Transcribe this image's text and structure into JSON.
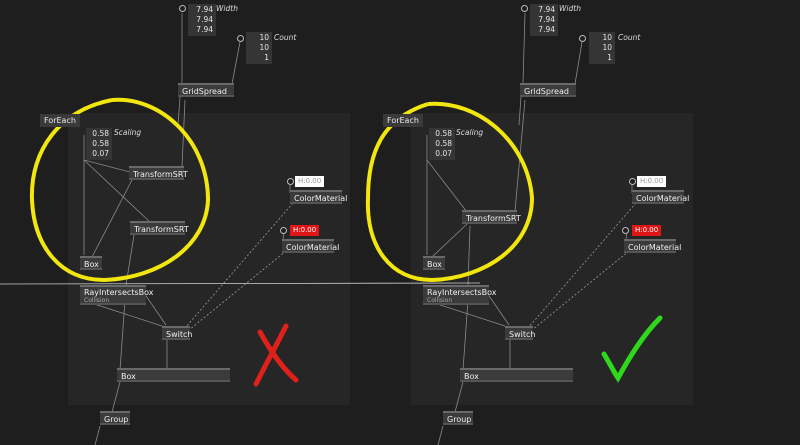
{
  "left": {
    "foreach_tag": "ForEach",
    "width_vals": [
      "7.94",
      "7.94",
      "7.94"
    ],
    "width_label": "Width",
    "count_vals": [
      "10",
      "10",
      "1"
    ],
    "count_label": "Count",
    "gridspread": "GridSpread",
    "scaling_vals": [
      "0.58",
      "0.58",
      "0.07"
    ],
    "scaling_label": "Scaling",
    "transform1": "TransformSRT",
    "transform2": "TransformSRT",
    "box_small": "Box",
    "h_white": "H:0.00",
    "color1": "ColorMaterial",
    "h_red": "H:0.00",
    "color2": "ColorMaterial",
    "ray": "RayIntersectsBox",
    "ray_sub": "Collision",
    "switch": "Switch",
    "box_big": "Box",
    "group": "Group"
  },
  "right": {
    "foreach_tag": "ForEach",
    "width_vals": [
      "7.94",
      "7.94",
      "7.94"
    ],
    "width_label": "Width",
    "count_vals": [
      "10",
      "10",
      "1"
    ],
    "count_label": "Count",
    "gridspread": "GridSpread",
    "scaling_vals": [
      "0.58",
      "0.58",
      "0.07"
    ],
    "scaling_label": "Scaling",
    "transform1": "TransformSRT",
    "box_small": "Box",
    "h_white": "H:0.00",
    "color1": "ColorMaterial",
    "h_red": "H:0.00",
    "color2": "ColorMaterial",
    "ray": "RayIntersectsBox",
    "ray_sub": "Collision",
    "switch": "Switch",
    "box_big": "Box",
    "group": "Group"
  },
  "colors": {
    "background": "#1e1e1e",
    "panel": "#262626",
    "highlight_circle": "#f2e60f",
    "cross_mark": "#e0211a",
    "check_mark": "#2fd81c",
    "red_swatch": "#e01515"
  }
}
